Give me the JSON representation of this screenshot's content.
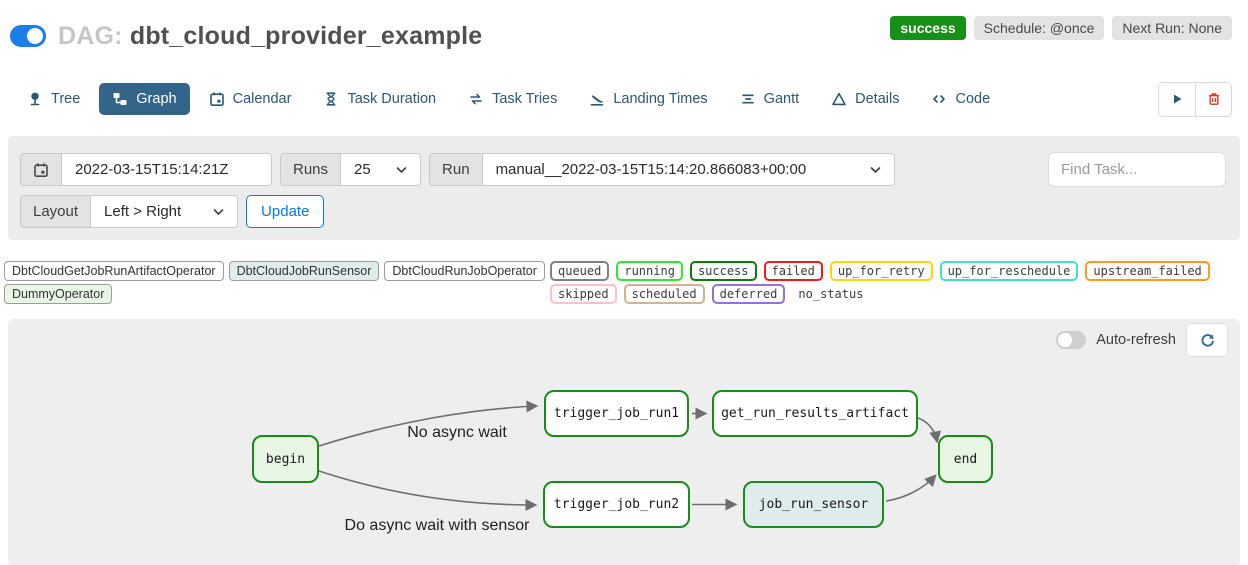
{
  "header": {
    "dag_prefix": "DAG:",
    "dag_title": "dbt_cloud_provider_example",
    "status_badge": "success",
    "schedule_badge": "Schedule: @once",
    "next_run_badge": "Next Run: None"
  },
  "tabs": [
    {
      "label": "Tree"
    },
    {
      "label": "Graph",
      "active": true
    },
    {
      "label": "Calendar"
    },
    {
      "label": "Task Duration"
    },
    {
      "label": "Task Tries"
    },
    {
      "label": "Landing Times"
    },
    {
      "label": "Gantt"
    },
    {
      "label": "Details"
    },
    {
      "label": "Code"
    }
  ],
  "filters": {
    "base_date_value": "2022-03-15T15:14:21Z",
    "runs_label": "Runs",
    "runs_value": "25",
    "run_label": "Run",
    "run_value": "manual__2022-03-15T15:14:20.866083+00:00",
    "find_task_placeholder": "Find Task...",
    "layout_label": "Layout",
    "layout_value": "Left > Right",
    "update_button": "Update"
  },
  "legend": {
    "operators": [
      {
        "label": "DbtCloudGetJobRunArtifactOperator",
        "fill": "#ffffff"
      },
      {
        "label": "DbtCloudJobRunSensor",
        "fill": "#dfecec"
      },
      {
        "label": "DbtCloudRunJobOperator",
        "fill": "#ffffff"
      },
      {
        "label": "DummyOperator",
        "fill": "#e8f7e4"
      }
    ],
    "states": [
      {
        "label": "queued",
        "color": "#808080"
      },
      {
        "label": "running",
        "color": "#32e532"
      },
      {
        "label": "success",
        "color": "#0e7d0e"
      },
      {
        "label": "failed",
        "color": "#ee1c1c"
      },
      {
        "label": "up_for_retry",
        "color": "#ffd700"
      },
      {
        "label": "up_for_reschedule",
        "color": "#40e0d0"
      },
      {
        "label": "upstream_failed",
        "color": "#ff9b19"
      },
      {
        "label": "skipped",
        "color": "#ffc0cb"
      },
      {
        "label": "scheduled",
        "color": "#d2b48c"
      },
      {
        "label": "deferred",
        "color": "#9370db"
      },
      {
        "label": "no_status",
        "color": "none"
      }
    ]
  },
  "graph": {
    "auto_refresh_label": "Auto-refresh",
    "nodes": [
      {
        "id": "begin",
        "label": "begin",
        "operator": "DummyOperator",
        "fill": "#e8f7e4",
        "state": "success"
      },
      {
        "id": "trigger_job_run1",
        "label": "trigger_job_run1",
        "operator": "DbtCloudRunJobOperator",
        "fill": "#ffffff",
        "state": "success"
      },
      {
        "id": "get_run_results_artifact",
        "label": "get_run_results_artifact",
        "operator": "DbtCloudGetJobRunArtifactOperator",
        "fill": "#ffffff",
        "state": "success"
      },
      {
        "id": "trigger_job_run2",
        "label": "trigger_job_run2",
        "operator": "DbtCloudRunJobOperator",
        "fill": "#ffffff",
        "state": "success"
      },
      {
        "id": "job_run_sensor",
        "label": "job_run_sensor",
        "operator": "DbtCloudJobRunSensor",
        "fill": "#dfecec",
        "state": "success"
      },
      {
        "id": "end",
        "label": "end",
        "operator": "DummyOperator",
        "fill": "#e8f7e4",
        "state": "success"
      }
    ],
    "edges": [
      {
        "from": "begin",
        "to": "trigger_job_run1",
        "label": "No async wait"
      },
      {
        "from": "begin",
        "to": "trigger_job_run2",
        "label": "Do async wait with sensor"
      },
      {
        "from": "trigger_job_run1",
        "to": "get_run_results_artifact",
        "label": ""
      },
      {
        "from": "trigger_job_run2",
        "to": "job_run_sensor",
        "label": ""
      },
      {
        "from": "get_run_results_artifact",
        "to": "end",
        "label": ""
      },
      {
        "from": "job_run_sensor",
        "to": "end",
        "label": ""
      }
    ]
  },
  "colors": {
    "accent_blue": "#017cee",
    "active_tab": "#33658a",
    "success_green": "#169016",
    "node_border_success": "#178c17",
    "panel_gray": "#ececec"
  }
}
